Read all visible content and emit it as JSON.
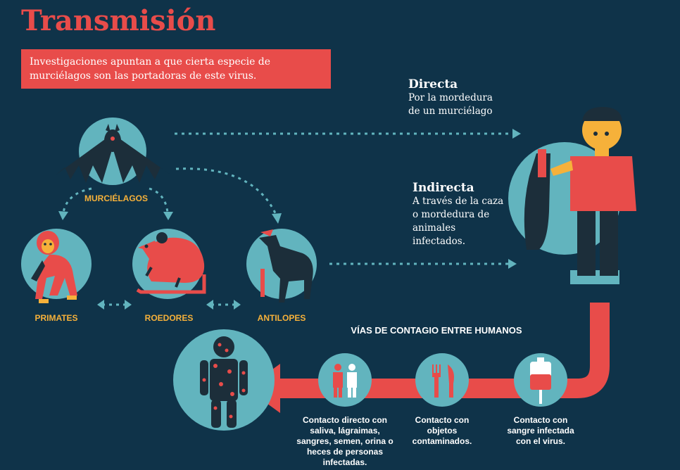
{
  "title": "Transmisión",
  "intro": "Investigaciones apuntan a que cierta especie de murciélagos son las portadoras de este virus.",
  "direct": {
    "title": "Directa",
    "desc": "Por la mordedura de un murciélago"
  },
  "indirect": {
    "title": "Indirecta",
    "desc": "A través de la caza o mordedura de animales infectados."
  },
  "animals": {
    "bats": "MURCIÉLAGOS",
    "primates": "PRIMATES",
    "rodents": "ROEDORES",
    "antelopes": "ANTILOPES"
  },
  "human_routes": {
    "heading": "VÍAS DE CONTAGIO ENTRE HUMANOS",
    "direct_contact": "Contacto directo con saliva, lágraimas, sangres, semen, orina o heces de personas infectadas.",
    "objects": "Contacto con objetos contaminados.",
    "blood": "Contacto con sangre infectada con el virus."
  },
  "colors": {
    "background": "#0f3349",
    "accent": "#e84c4a",
    "circle": "#62b4be",
    "label": "#f6b13a"
  }
}
